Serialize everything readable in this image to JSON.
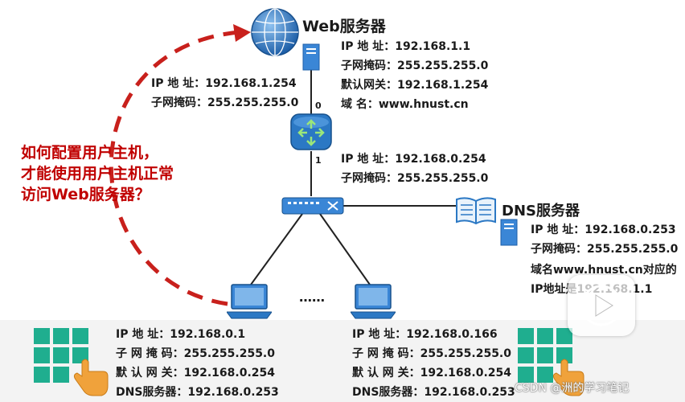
{
  "web_server": {
    "title": "Web服务器",
    "ip": "IP 地  址：192.168.1.1",
    "mask": "子网掩码：255.255.255.0",
    "gateway": "默认网关：192.168.1.254",
    "domain": "域      名：www.hnust.cn"
  },
  "router": {
    "if0": {
      "port": "0",
      "ip": "IP 地  址：192.168.1.254",
      "mask": "子网掩码：255.255.255.0"
    },
    "if1": {
      "port": "1",
      "ip": "IP 地  址：192.168.0.254",
      "mask": "子网掩码：255.255.255.0"
    }
  },
  "dns_server": {
    "title": "DNS服务器",
    "ip": "IP 地  址：192.168.0.253",
    "mask": "子网掩码：255.255.255.0",
    "note1": "域名www.hnust.cn对应的",
    "note2": "IP地址是192.168.1.1"
  },
  "question": {
    "line1": "如何配置用户主机，",
    "line2": "才能使用用户主机正常",
    "line3": "访问Web服务器？"
  },
  "host_ellipsis": "……",
  "host_left": {
    "ip": "IP 地  址：192.168.0.1",
    "mask": "子 网 掩 码：255.255.255.0",
    "gateway": "默 认 网 关：192.168.0.254",
    "dns": "DNS服务器：192.168.0.253"
  },
  "host_right": {
    "ip": "IP 地  址：192.168.0.166",
    "mask": "子 网 掩 码：255.255.255.0",
    "gateway": "默 认 网 关：192.168.0.254",
    "dns": "DNS服务器：192.168.0.253"
  },
  "watermark": "CSDN @洲的学习笔记",
  "colors": {
    "question_red": "#c00000",
    "arrow_red": "#c8201c",
    "device_blue": "#3a86d6",
    "router_blue": "#2b78c4",
    "config_green": "#1fae8f",
    "hand_orange": "#f0a23b"
  }
}
